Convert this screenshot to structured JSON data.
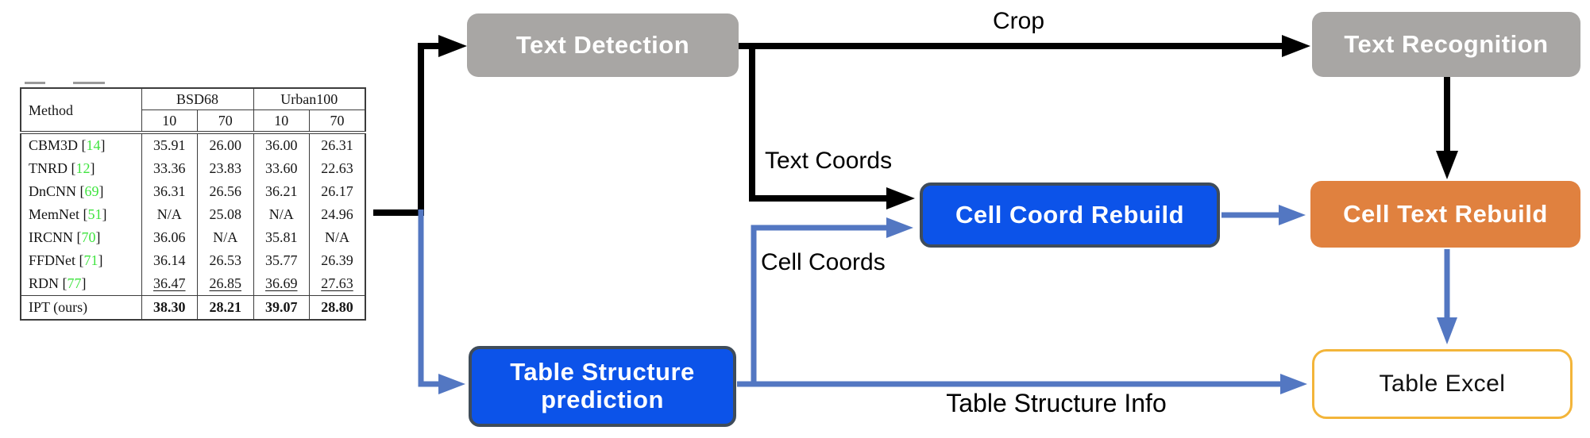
{
  "colors": {
    "box_gray": "#a8a6a4",
    "box_blue": "#0c53e9",
    "node_border": "#3f4c5a",
    "box_orange": "#e0813f",
    "excel_border": "#f3b53a",
    "arrow_blue": "#5377c2",
    "arrow_black": "#000000",
    "cite_green": "#3fe43f",
    "box_text": "#ffffff",
    "label_text": "#000000"
  },
  "nodes": {
    "text_detection": "Text Detection",
    "text_recognition": "Text Recognition",
    "cell_coord_rebuild": "Cell Coord Rebuild",
    "cell_text_rebuild": "Cell Text Rebuild",
    "table_structure_prediction": "Table Structure prediction",
    "table_excel": "Table Excel"
  },
  "edge_labels": {
    "crop": "Crop",
    "text_coords": "Text Coords",
    "cell_coords": "Cell Coords",
    "table_structure_info": "Table Structure Info"
  },
  "table": {
    "header": {
      "method": "Method",
      "groups": [
        {
          "label": "BSD68",
          "subs": [
            "10",
            "70"
          ]
        },
        {
          "label": "Urban100",
          "subs": [
            "10",
            "70"
          ]
        }
      ]
    },
    "rows": [
      {
        "method": "CBM3D",
        "cite_prefix": " [",
        "cite": "14",
        "cite_suffix": "]",
        "values": [
          "35.91",
          "26.00",
          "36.00",
          "26.31"
        ]
      },
      {
        "method": "TNRD",
        "cite_prefix": " [",
        "cite": "12",
        "cite_suffix": "]",
        "values": [
          "33.36",
          "23.83",
          "33.60",
          "22.63"
        ]
      },
      {
        "method": "DnCNN",
        "cite_prefix": " [",
        "cite": "69",
        "cite_suffix": "]",
        "values": [
          "36.31",
          "26.56",
          "36.21",
          "26.17"
        ]
      },
      {
        "method": "MemNet",
        "cite_prefix": " [",
        "cite": "51",
        "cite_suffix": "]",
        "values": [
          "N/A",
          "25.08",
          "N/A",
          "24.96"
        ]
      },
      {
        "method": "IRCNN",
        "cite_prefix": " [",
        "cite": "70",
        "cite_suffix": "]",
        "values": [
          "36.06",
          "N/A",
          "35.81",
          "N/A"
        ]
      },
      {
        "method": "FFDNet",
        "cite_prefix": " [",
        "cite": "71",
        "cite_suffix": "]",
        "values": [
          "36.14",
          "26.53",
          "35.77",
          "26.39"
        ]
      },
      {
        "method": "RDN",
        "cite_prefix": " [",
        "cite": "77",
        "cite_suffix": "]",
        "values": [
          "36.47",
          "26.85",
          "36.69",
          "27.63"
        ]
      },
      {
        "method": "IPT (ours)",
        "cite_prefix": "",
        "cite": "",
        "cite_suffix": "",
        "values": [
          "38.30",
          "28.21",
          "39.07",
          "28.80"
        ]
      }
    ]
  }
}
